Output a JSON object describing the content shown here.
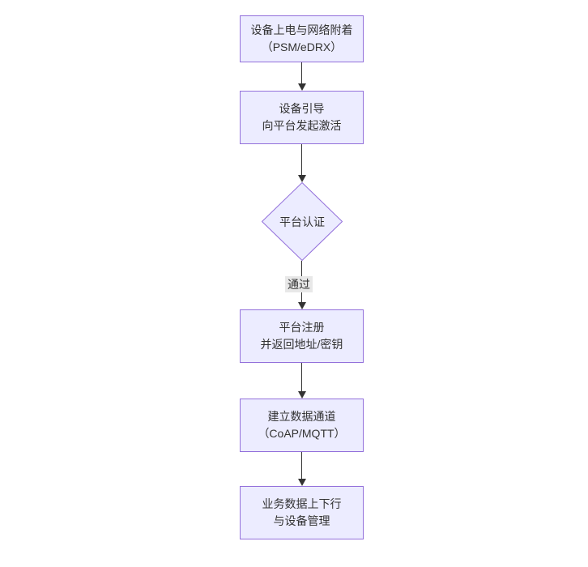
{
  "diagram": {
    "type": "flowchart",
    "direction": "top-down",
    "nodes": [
      {
        "id": "A",
        "shape": "rect",
        "label_lines": [
          "设备上电与网络附着",
          "（PSM/eDRX）"
        ]
      },
      {
        "id": "B",
        "shape": "rect",
        "label_lines": [
          "设备引导",
          "向平台发起激活"
        ]
      },
      {
        "id": "C",
        "shape": "diamond",
        "label_lines": [
          "平台认证"
        ]
      },
      {
        "id": "D",
        "shape": "rect",
        "label_lines": [
          "平台注册",
          "并返回地址/密钥"
        ]
      },
      {
        "id": "E",
        "shape": "rect",
        "label_lines": [
          "建立数据通道",
          "（CoAP/MQTT）"
        ]
      },
      {
        "id": "F",
        "shape": "rect",
        "label_lines": [
          "业务数据上下行",
          "与设备管理"
        ]
      }
    ],
    "edges": [
      {
        "from": "A",
        "to": "B",
        "label": ""
      },
      {
        "from": "B",
        "to": "C",
        "label": ""
      },
      {
        "from": "C",
        "to": "D",
        "label": "通过"
      },
      {
        "from": "D",
        "to": "E",
        "label": ""
      },
      {
        "from": "E",
        "to": "F",
        "label": ""
      }
    ],
    "colors": {
      "node_fill": "#ECECFF",
      "node_border": "#9370DB",
      "edge_line": "#333333",
      "text": "#333333",
      "edge_label_bg": "#e8e8e8",
      "background": "#ffffff"
    }
  }
}
